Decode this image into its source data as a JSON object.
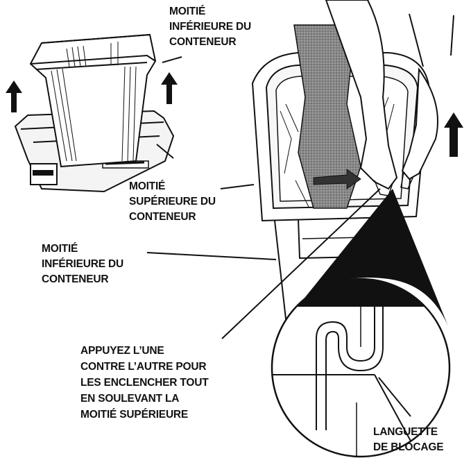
{
  "labels": {
    "top_lower_half": [
      "MOITIÉ",
      "INFÉRIEURE DU",
      "CONTENEUR"
    ],
    "upper_half": [
      "MOITIÉ",
      "SUPÉRIEURE DU",
      "CONTENEUR"
    ],
    "left_lower_half": [
      "MOITIÉ",
      "INFÉRIEURE DU",
      "CONTENEUR"
    ],
    "instruction": [
      "APPUYEZ L’UNE",
      "CONTRE L’AUTRE POUR",
      "LES ENCLENCHER TOUT",
      "EN SOULEVANT LA",
      "MOITIÉ SUPÉRIEURE"
    ],
    "locking_tab": [
      "LANGUETTE",
      "DE BLOCAGE"
    ]
  },
  "colors": {
    "ink": "#111111",
    "paper": "#ffffff",
    "sleeve": "#7a7a7a"
  },
  "icons": {
    "arrow": "up-arrow-icon"
  }
}
